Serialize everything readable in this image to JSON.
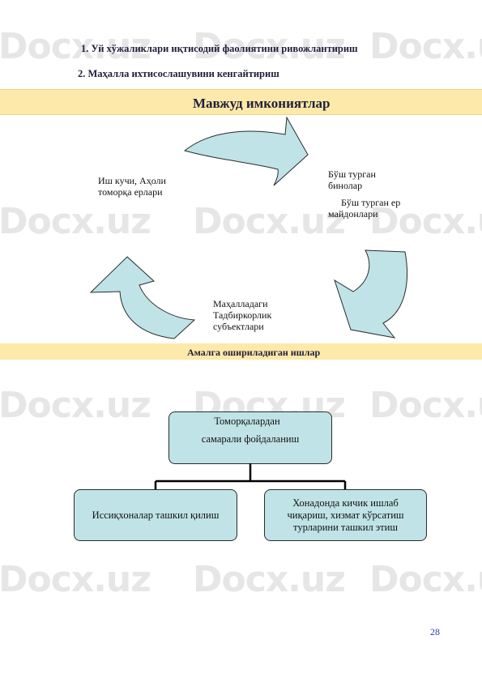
{
  "watermark": "Docx.uz",
  "headings": [
    "1. Уй хўжаликлари  иқтисодий фаолиятини  ривожлантириш",
    "2. Маҳалла  ихтисослашувини  кенгайтириш"
  ],
  "band1_title": "Мавжуд имкониятлар",
  "cycle": {
    "left_label": "Иш кучи, Аҳоли томорқа ерлари",
    "right_label_1": "Бўш турган бинолар",
    "right_label_2": "Бўш турган ер майдонлари",
    "bottom_label": "Маҳалладаги Тадбиркорлик субъектлари"
  },
  "band2_title": "Амалга ошириладиган ишлар",
  "tree": {
    "top_line1": "Томорқалардан",
    "top_line2": "самарали фойдаланиш",
    "left": "Иссиқхоналар ташкил қилиш",
    "right": "Хонадонда кичик ишлаб чиқариш, хизмат кўрсатиш турларини ташкил этиш"
  },
  "page_number": "28",
  "colors": {
    "band": "#fde9a9",
    "shape_fill": "#bfe3e6",
    "border": "#2b2b2b",
    "page_number": "#2d3fb5"
  }
}
